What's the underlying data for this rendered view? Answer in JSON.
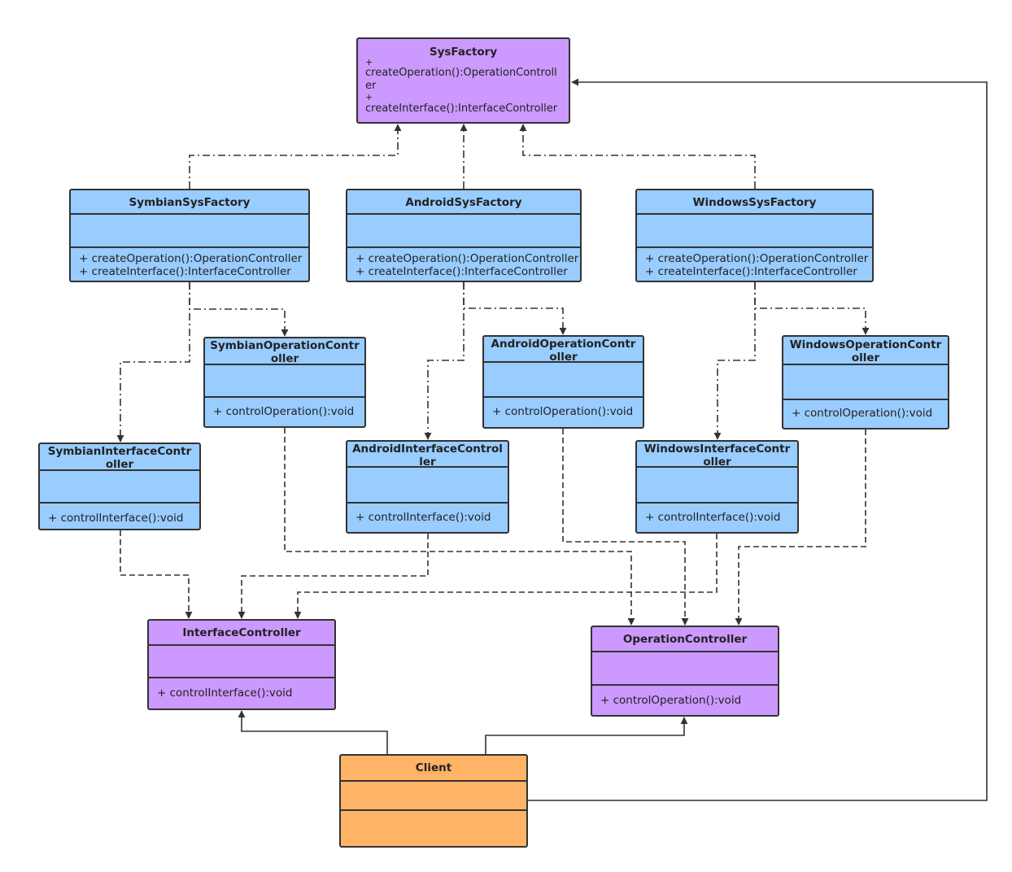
{
  "colors": {
    "factory": "#cc99ff",
    "concrete": "#99ccff",
    "client": "#ffb366",
    "stroke": "#333333"
  },
  "classes": {
    "sys_factory": {
      "name": "SysFactory",
      "ops": [
        "+",
        "createOperation():OperationControll",
        "er",
        "+",
        "createInterface():InterfaceController"
      ]
    },
    "symbian_factory": {
      "name": "SymbianSysFactory",
      "ops": [
        "+ createOperation():OperationController",
        "+ createInterface():InterfaceController"
      ]
    },
    "android_factory": {
      "name": "AndroidSysFactory",
      "ops": [
        "+ createOperation():OperationController",
        "+ createInterface():InterfaceController"
      ]
    },
    "windows_factory": {
      "name": "WindowsSysFactory",
      "ops": [
        "+ createOperation():OperationController",
        "+ createInterface():InterfaceController"
      ]
    },
    "symbian_op": {
      "name": "SymbianOperationController",
      "ops": [
        "+ controlOperation():void"
      ]
    },
    "android_op": {
      "name": "AndroidOperationController",
      "ops": [
        "+ controlOperation():void"
      ]
    },
    "windows_op": {
      "name": "WindowsOperationController",
      "ops": [
        "+ controlOperation():void"
      ]
    },
    "symbian_if": {
      "name": "SymbianInterfaceController",
      "ops": [
        "+ controlInterface():void"
      ]
    },
    "android_if": {
      "name": "AndroidInterfaceController",
      "ops": [
        "+ controlInterface():void"
      ]
    },
    "windows_if": {
      "name": "WindowsInterfaceController",
      "ops": [
        "+ controlInterface():void"
      ]
    },
    "interface_controller": {
      "name": "InterfaceController",
      "ops": [
        "+ controlInterface():void"
      ]
    },
    "operation_controller": {
      "name": "OperationController",
      "ops": [
        "+ controlOperation():void"
      ]
    },
    "client": {
      "name": "Client",
      "ops": []
    }
  }
}
